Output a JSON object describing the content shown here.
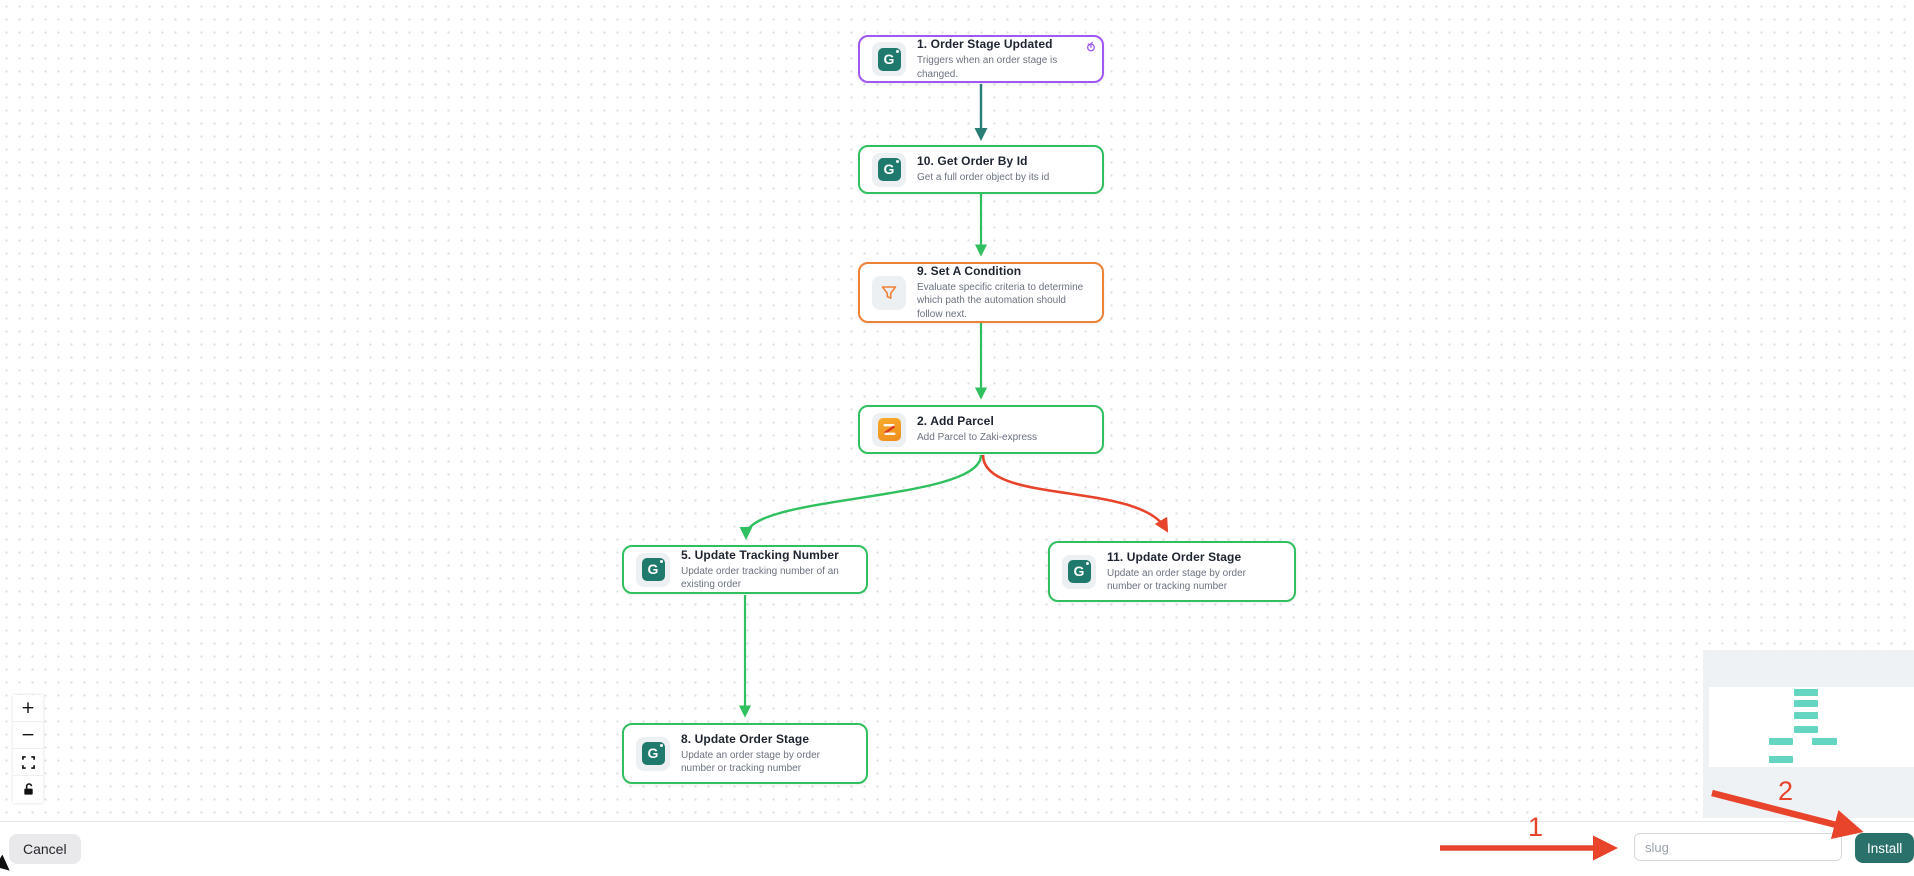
{
  "app": {
    "view": "workflow-flow-builder"
  },
  "colors": {
    "trigger_border": "#a157f2",
    "step_border": "#30c05f",
    "condition_border": "#ee8136",
    "edge_teal": "#2a7d75",
    "edge_green": "#30c05f",
    "edge_red": "#e8432b",
    "annotation_red": "#e8432b",
    "g_logo_teal": "#1f7a6d",
    "zaki_orange": "#f29a24",
    "install_button": "#2b716b",
    "minimap_marker": "#63d5c1"
  },
  "canvas": {
    "nodes": [
      {
        "label": "1. Order Stage Updated",
        "description": "Triggers when an order stage is changed.",
        "icon": "g-logo",
        "accent": "#a157f2",
        "kind": "trigger"
      },
      {
        "label": "10. Get Order By Id",
        "description": "Get a full order object by its id",
        "icon": "g-logo",
        "accent": "#30c05f",
        "kind": "step"
      },
      {
        "label": "9. Set A Condition",
        "description": "Evaluate specific criteria to determine which path the automation should follow next.",
        "icon": "filter-funnel",
        "accent": "#ee8136",
        "kind": "condition"
      },
      {
        "label": "2. Add Parcel",
        "description": "Add Parcel to Zaki-express",
        "icon": "zaki-express-logo",
        "accent": "#30c05f",
        "kind": "step"
      },
      {
        "label": "5. Update Tracking Number",
        "description": "Update order tracking number of an existing order",
        "icon": "g-logo",
        "accent": "#30c05f",
        "kind": "step"
      },
      {
        "label": "11. Update Order Stage",
        "description": "Update an order stage by order number or tracking number",
        "icon": "g-logo",
        "accent": "#30c05f",
        "kind": "step"
      },
      {
        "label": "8. Update Order Stage",
        "description": "Update an order stage by order number or tracking number",
        "icon": "g-logo",
        "accent": "#30c05f",
        "kind": "step"
      }
    ],
    "edges": [
      {
        "from": "1. Order Stage Updated",
        "to": "10. Get Order By Id",
        "color": "#2a7d75"
      },
      {
        "from": "10. Get Order By Id",
        "to": "9. Set A Condition",
        "color": "#30c05f"
      },
      {
        "from": "9. Set A Condition",
        "to": "2. Add Parcel",
        "color": "#30c05f"
      },
      {
        "from": "2. Add Parcel",
        "to": "5. Update Tracking Number",
        "color": "#30c05f"
      },
      {
        "from": "2. Add Parcel",
        "to": "11. Update Order Stage",
        "color": "#e8432b"
      },
      {
        "from": "5. Update Tracking Number",
        "to": "8. Update Order Stage",
        "color": "#30c05f"
      }
    ]
  },
  "zoom_controls": {
    "zoom_in": "+",
    "zoom_out": "−",
    "fit_view": "fit-view",
    "lock": "toggle-interactivity"
  },
  "minimap": {
    "markers": 7,
    "marker_color": "#63d5c1"
  },
  "footer": {
    "cancel_label": "Cancel",
    "slug_placeholder": "slug",
    "slug_value": "",
    "install_label": "Install"
  },
  "annotations": [
    {
      "label": "1",
      "points_to": "slug-input"
    },
    {
      "label": "2",
      "points_to": "install-button"
    }
  ]
}
